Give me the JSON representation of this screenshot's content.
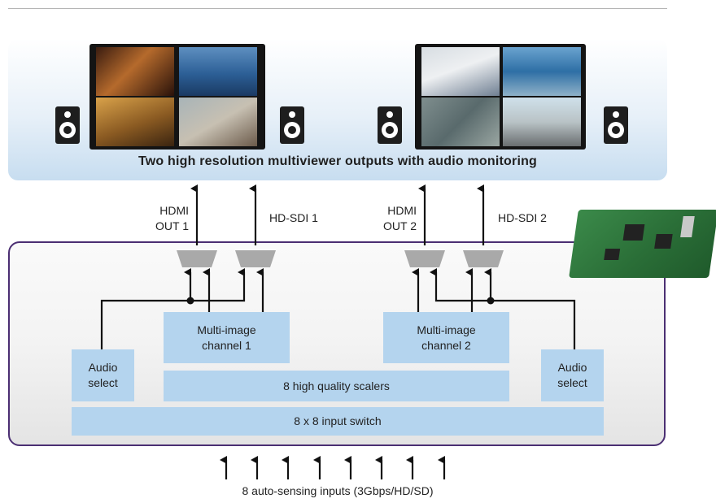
{
  "header": {
    "caption": "Two high resolution multiviewer outputs with audio monitoring"
  },
  "outputs": {
    "hdmi_out_1": "HDMI\nOUT 1",
    "hd_sdi_1": "HD-SDI 1",
    "hdmi_out_2": "HDMI\nOUT 2",
    "hd_sdi_2": "HD-SDI 2"
  },
  "blocks": {
    "multi_image_1": "Multi-image\nchannel 1",
    "multi_image_2": "Multi-image\nchannel 2",
    "audio_select_left": "Audio\nselect",
    "audio_select_right": "Audio\nselect",
    "scalers": "8 high quality scalers",
    "input_switch": "8 x 8 input switch"
  },
  "inputs": {
    "caption": "8 auto-sensing inputs (3Gbps/HD/SD)"
  },
  "colors": {
    "block_fill": "#b4d4ee",
    "frame": "#4b2f73",
    "mux": "#a9a9a9",
    "line": "#111111"
  }
}
